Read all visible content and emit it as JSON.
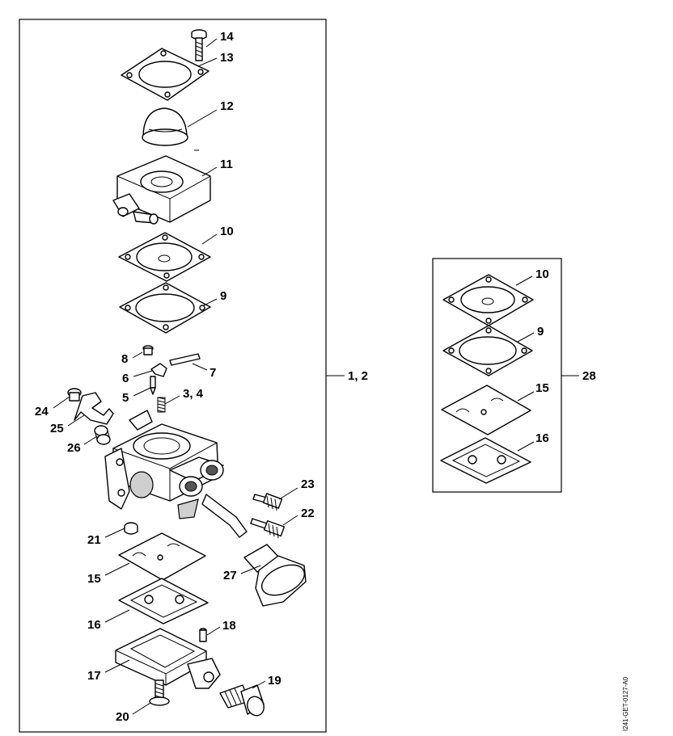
{
  "diagram": {
    "main_group_label": "1, 2",
    "kit_group_label": "28",
    "part_number": "I241-GET-0127-A0",
    "callouts_main": [
      "14",
      "13",
      "12",
      "11",
      "10",
      "9",
      "8",
      "7",
      "6",
      "5",
      "3, 4",
      "24",
      "25",
      "26",
      "23",
      "22",
      "21",
      "15",
      "27",
      "16",
      "18",
      "17",
      "19",
      "20"
    ],
    "callouts_kit": [
      "10",
      "9",
      "15",
      "16"
    ]
  }
}
